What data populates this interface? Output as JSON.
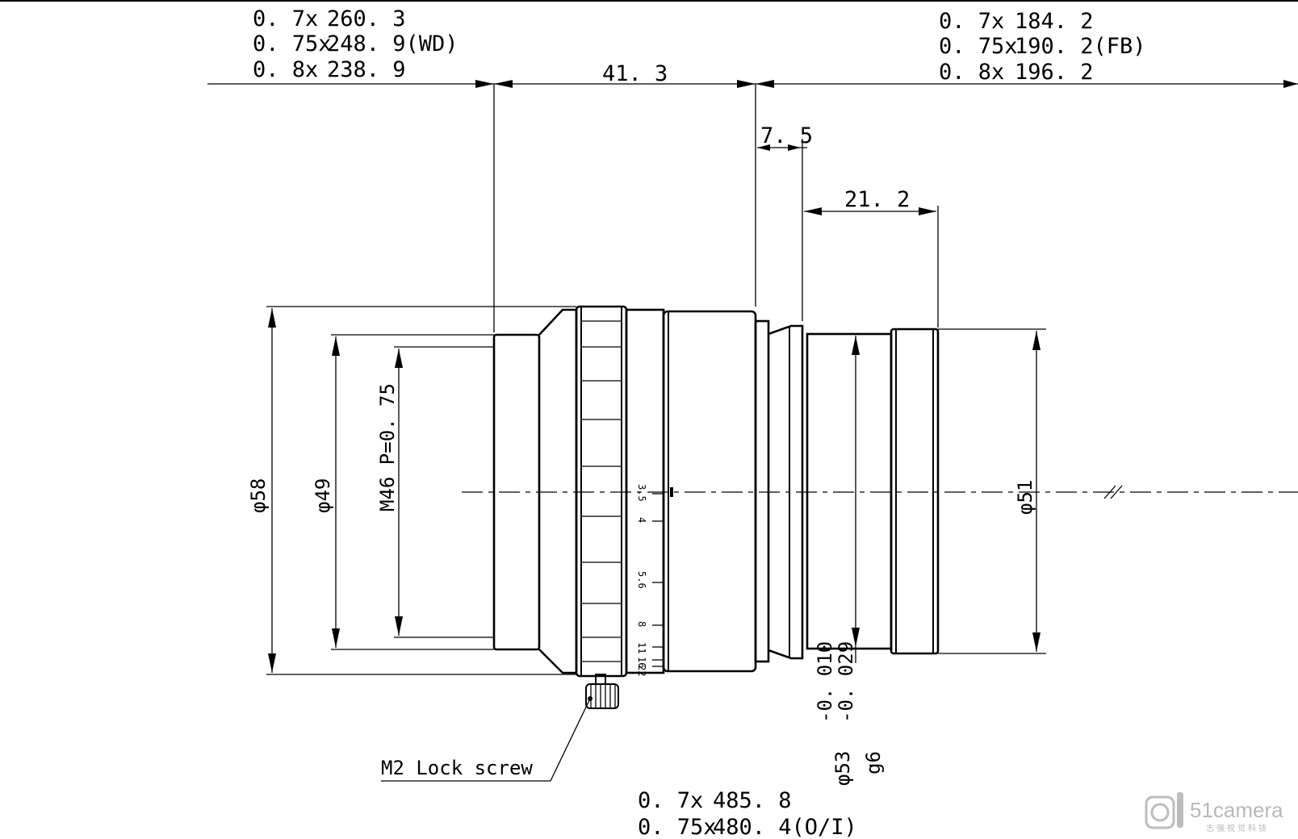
{
  "top_left_table": [
    {
      "mag": "0. 7x",
      "val": "260. 3"
    },
    {
      "mag": "0. 75x",
      "val": "248. 9(WD)"
    },
    {
      "mag": "0. 8x",
      "val": "238. 9"
    }
  ],
  "top_right_table": [
    {
      "mag": "0. 7x",
      "val": "184. 2"
    },
    {
      "mag": "0. 75x",
      "val": "190. 2(FB)"
    },
    {
      "mag": "0. 8x",
      "val": "196. 2"
    }
  ],
  "bottom_table": [
    {
      "mag": "0. 7x",
      "val": "485. 8"
    },
    {
      "mag": "0. 75x",
      "val": "480. 4(O/I)"
    }
  ],
  "dimensions": {
    "body_length": "41. 3",
    "step_length": "7. 5",
    "mount_length": "21. 2",
    "dia_58": "φ58",
    "dia_49": "φ49",
    "thread": "M46 P=0. 75",
    "dia_51": "φ51",
    "dia_53": "φ53",
    "tol_upper": "-0. 010",
    "tol_lower": "-0. 029",
    "fit": "g6"
  },
  "callout": "M2 Lock screw",
  "aperture_scale": [
    "3.5",
    "4",
    "5.6",
    "8",
    "11",
    "16",
    "22"
  ],
  "watermark": {
    "brand": "51camera",
    "tagline": "志强视觉科技"
  }
}
